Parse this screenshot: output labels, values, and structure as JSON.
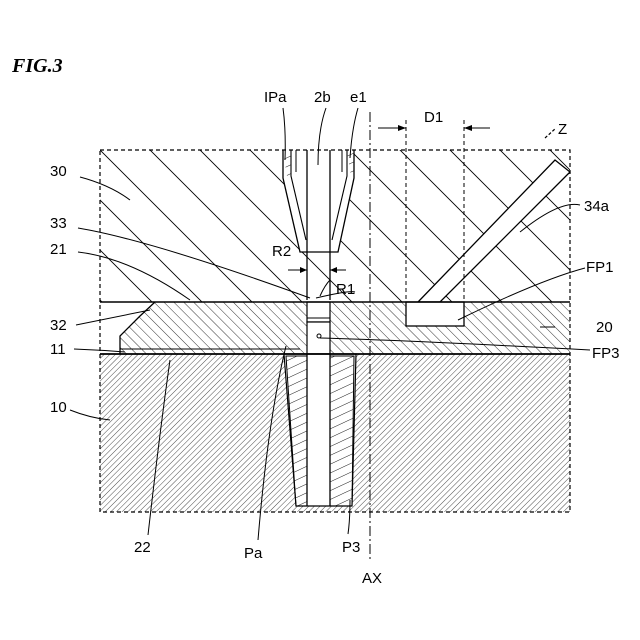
{
  "figure": {
    "title": "FIG.3"
  },
  "labels": {
    "IPa": "IPa",
    "l2b": "2b",
    "e1": "e1",
    "D1": "D1",
    "Z": "Z",
    "l30": "30",
    "l33": "33",
    "l21": "21",
    "R2": "R2",
    "R1": "R1",
    "l34a": "34a",
    "FP1": "FP1",
    "l32": "32",
    "l20": "20",
    "l11": "11",
    "FP3": "FP3",
    "l10": "10",
    "l22": "22",
    "Pa": "Pa",
    "P3": "P3",
    "AX": "AX"
  }
}
